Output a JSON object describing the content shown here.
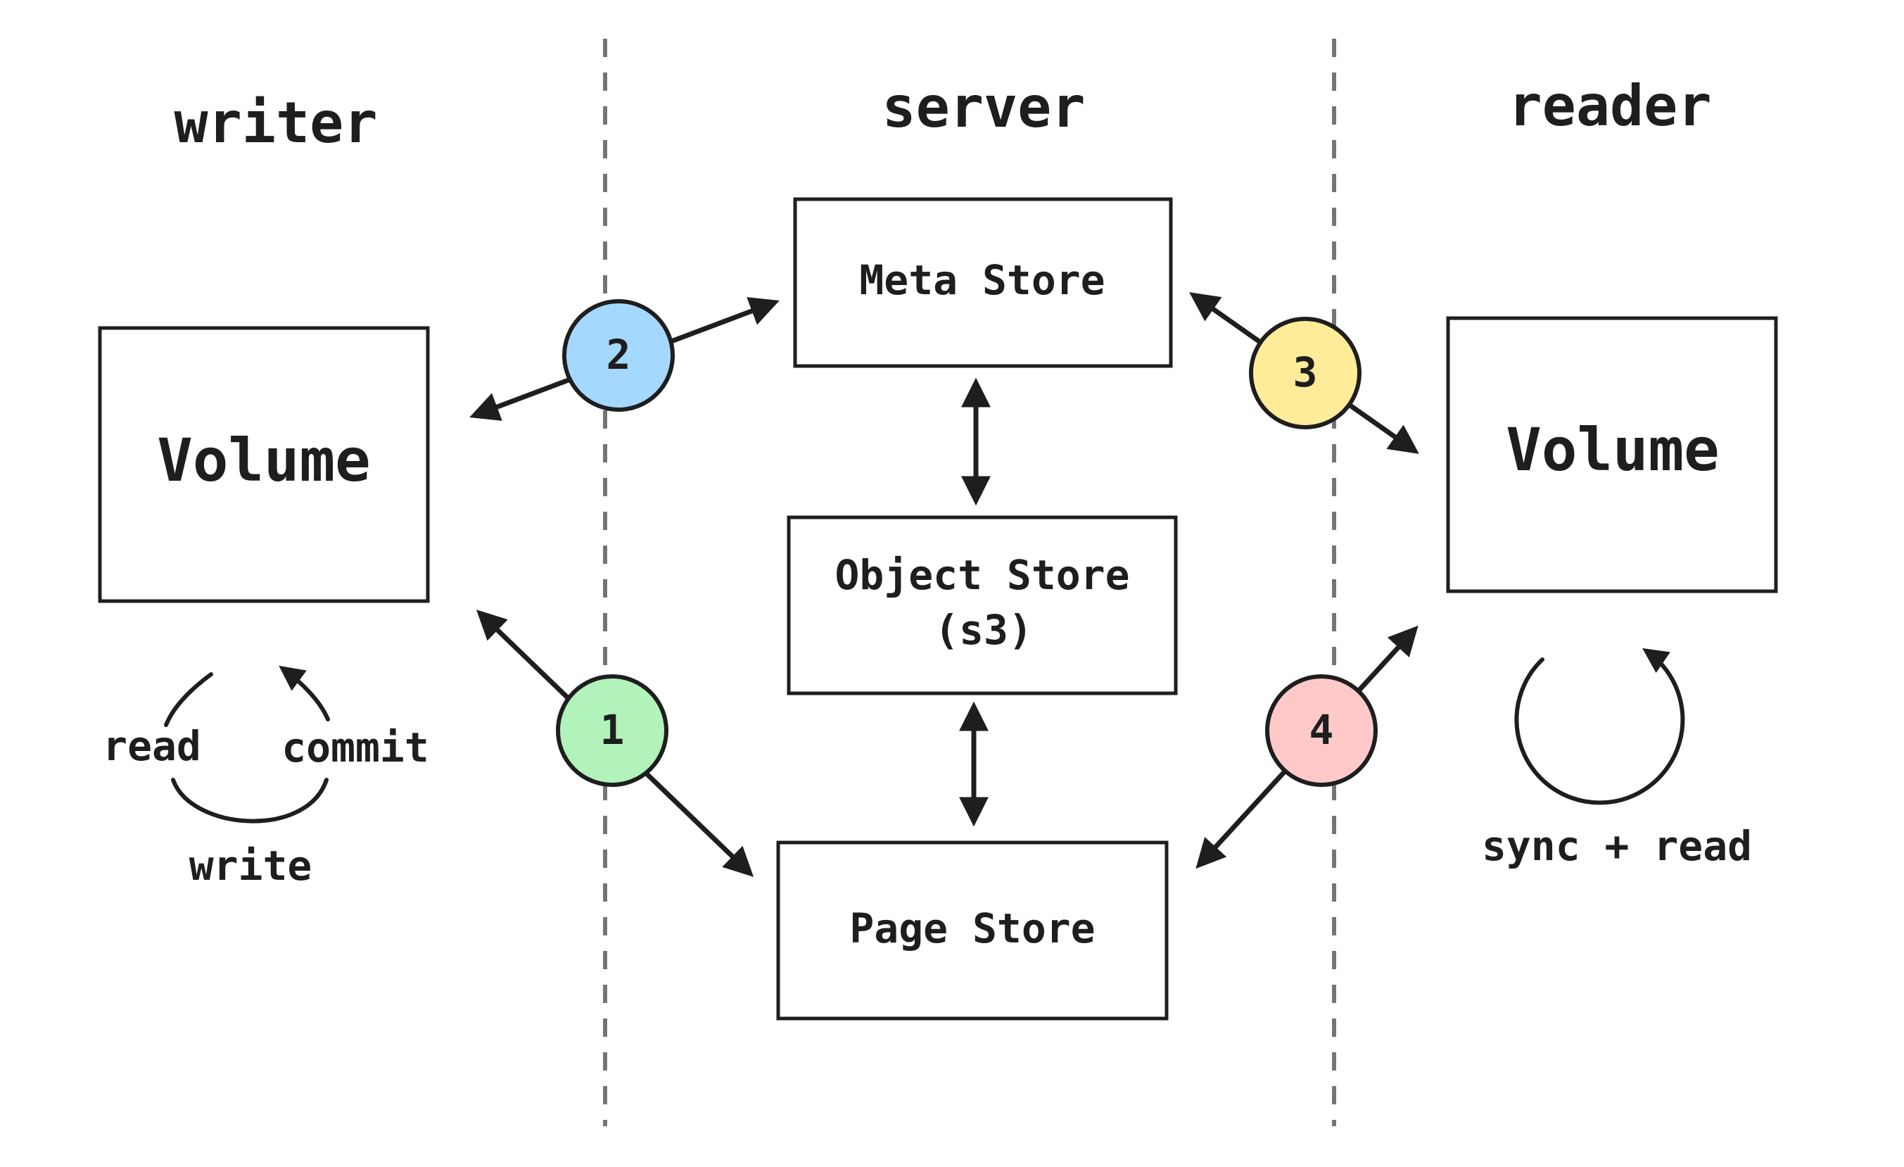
{
  "columns": {
    "writer": "writer",
    "server": "server",
    "reader": "reader"
  },
  "boxes": {
    "writer_volume": "Volume",
    "reader_volume": "Volume",
    "meta_store": "Meta Store",
    "object_store_line1": "Object Store",
    "object_store_line2": "(s3)",
    "page_store": "Page Store"
  },
  "writer_cycle": {
    "read": "read",
    "commit": "commit",
    "write": "write"
  },
  "reader_cycle": {
    "label": "sync + read"
  },
  "badges": [
    {
      "number": "1",
      "color": "#b2f2bb"
    },
    {
      "number": "2",
      "color": "#a5d8ff"
    },
    {
      "number": "3",
      "color": "#ffec99"
    },
    {
      "number": "4",
      "color": "#ffc9c9"
    }
  ]
}
